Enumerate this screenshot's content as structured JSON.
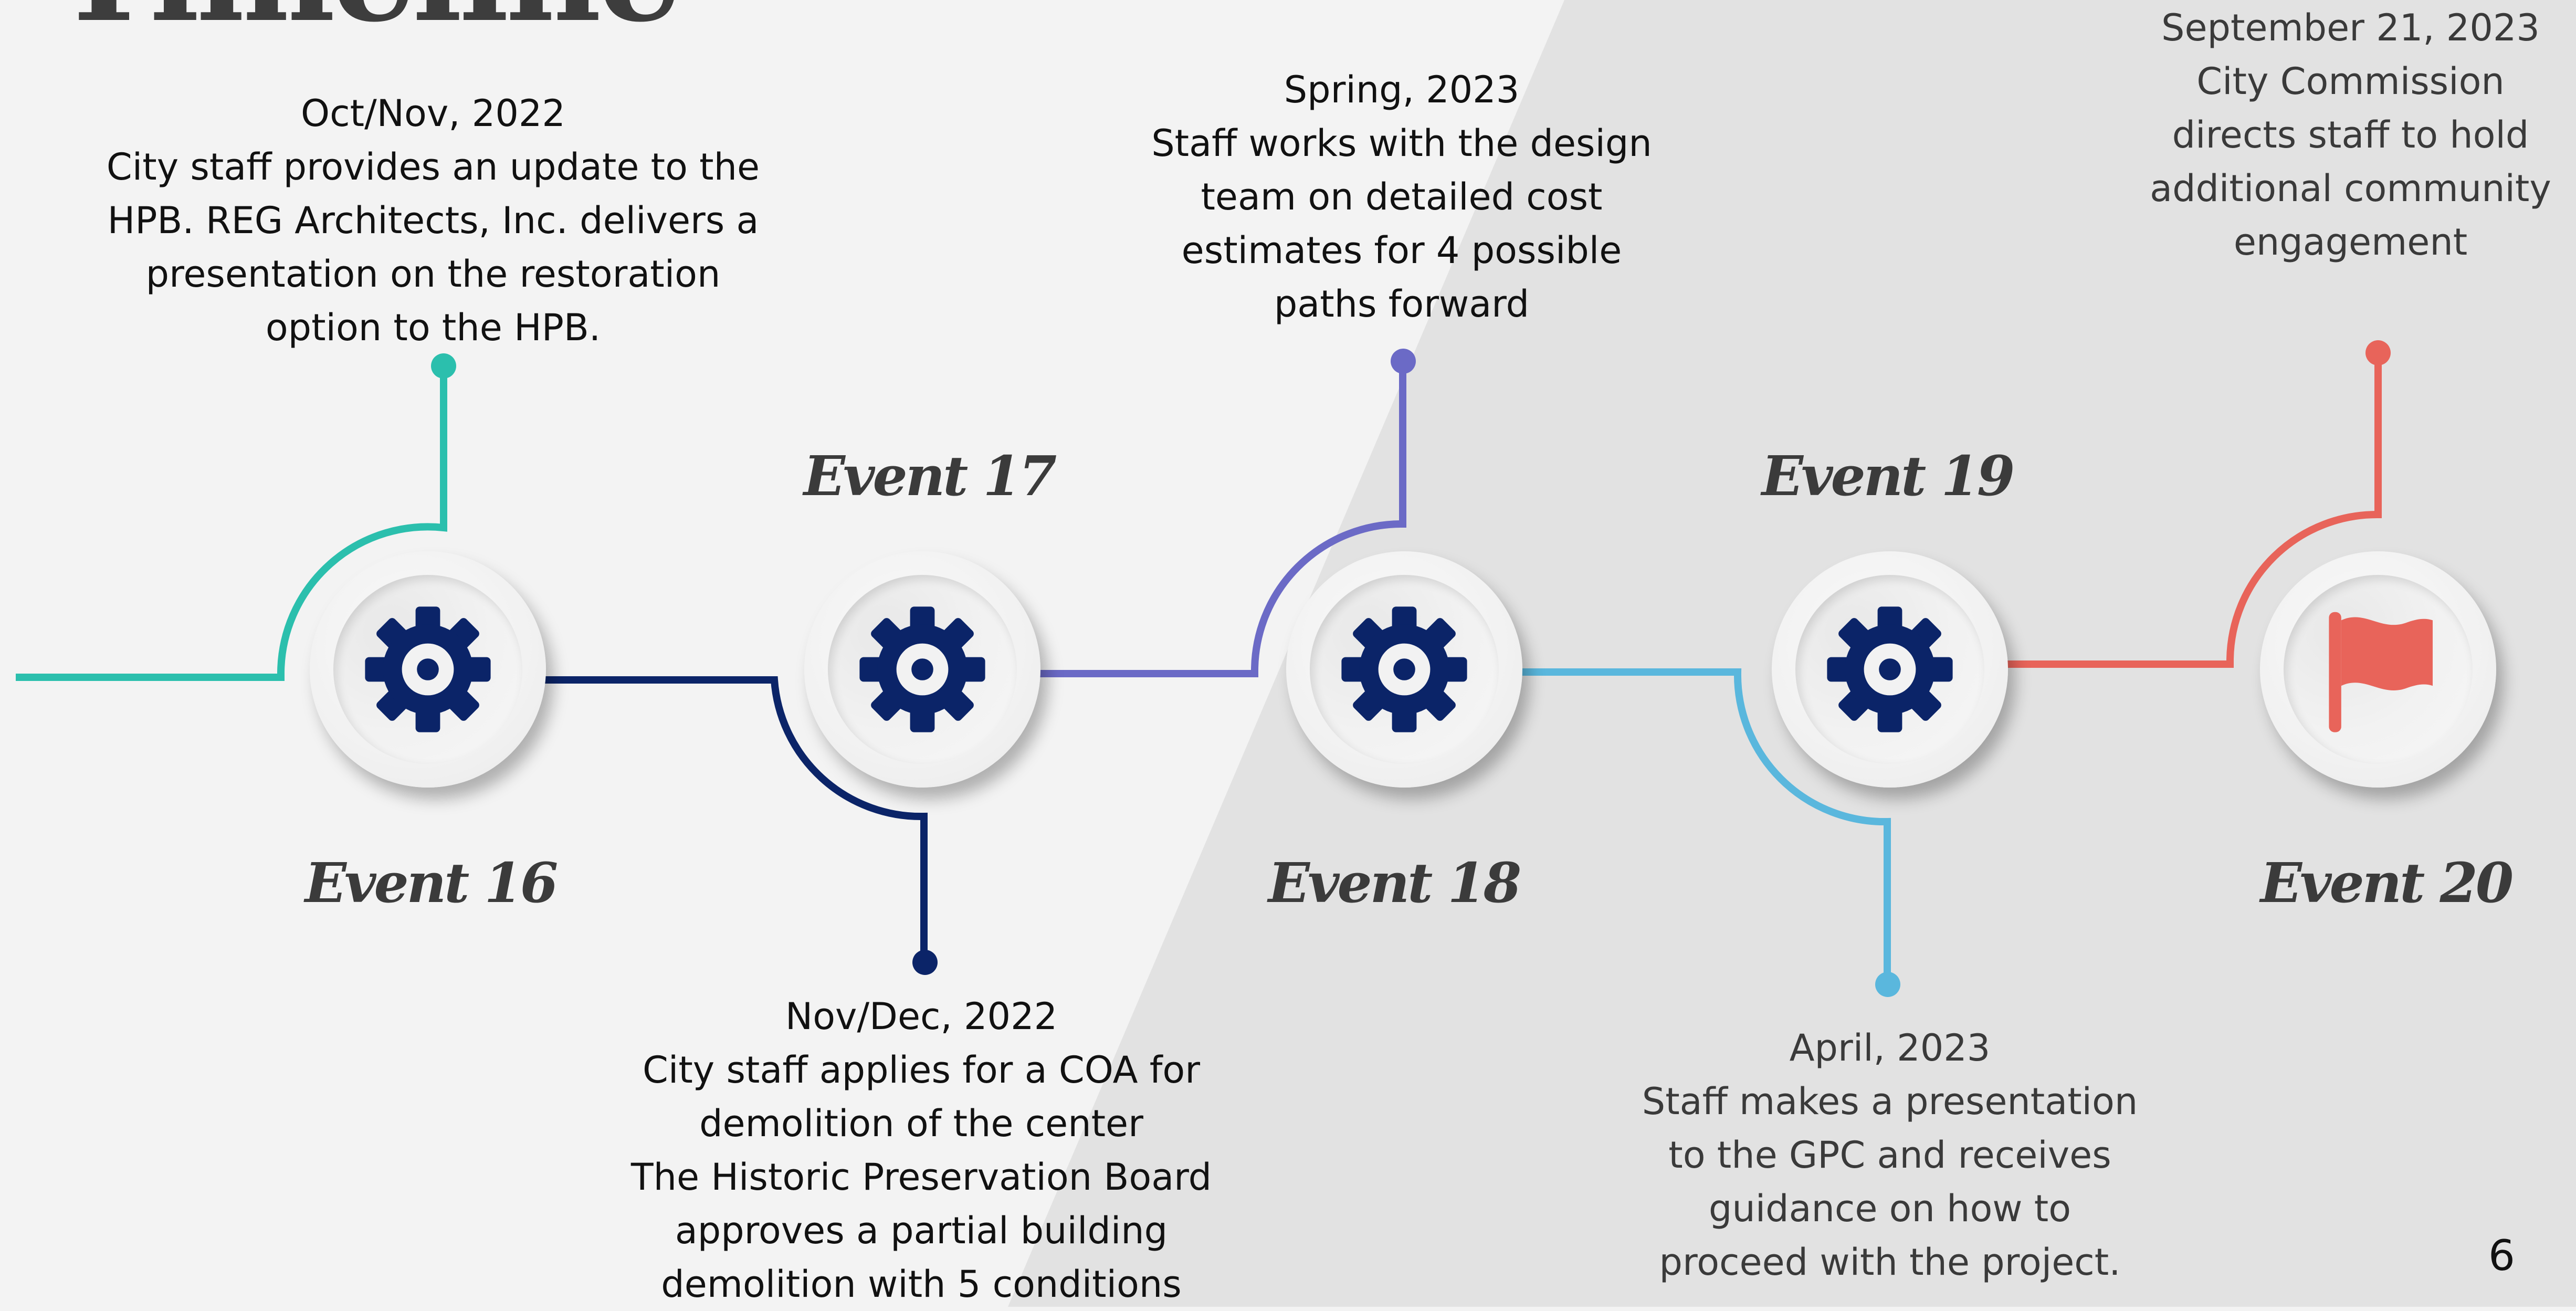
{
  "title": "Timeline",
  "page_number": "6",
  "colors": {
    "teal": "#2bbfad",
    "navy": "#0b2468",
    "purple": "#6b6ac6",
    "sky": "#5ab7dd",
    "coral": "#e8645a"
  },
  "events": [
    {
      "label": "Event 16",
      "icon": "gear-icon",
      "date": "Oct/Nov, 2022",
      "text": "City staff provides an update to the\nHPB. REG Architects, Inc. delivers a\npresentation on the restoration\noption to the HPB."
    },
    {
      "label": "Event 17",
      "icon": "gear-icon",
      "date": "Nov/Dec, 2022",
      "text": "City staff applies for a COA for\ndemolition of the center\nThe Historic Preservation Board\napproves a partial building\ndemolition with 5 conditions"
    },
    {
      "label": "Event 18",
      "icon": "gear-icon",
      "date": "Spring, 2023",
      "text": "Staff works with the design\nteam on detailed cost\nestimates for 4 possible\npaths forward"
    },
    {
      "label": "Event 19",
      "icon": "gear-icon",
      "date": "April, 2023",
      "text": "Staff makes a presentation\nto the GPC and receives\nguidance on how to\nproceed with the project."
    },
    {
      "label": "Event 20",
      "icon": "flag-icon",
      "date": "September 21, 2023",
      "text": "City Commission\ndirects staff to hold\nadditional community\nengagement"
    }
  ]
}
